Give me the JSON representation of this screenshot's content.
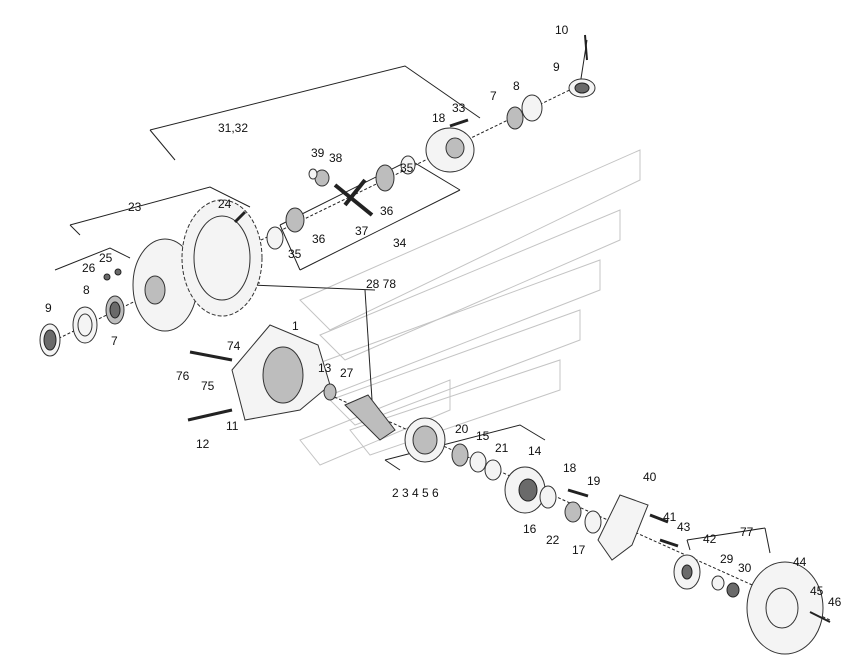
{
  "labels": {
    "p1": "1",
    "p2_6": "2  3  4  5  6",
    "p7a": "7",
    "p7b": "7",
    "p8a": "8",
    "p8b": "8",
    "p9a": "9",
    "p9b": "9",
    "p10": "10",
    "p11": "11",
    "p12": "12",
    "p13": "13",
    "p14": "14",
    "p15": "15",
    "p16": "16",
    "p17": "17",
    "p18a": "18",
    "p18b": "18",
    "p19": "19",
    "p20": "20",
    "p21": "21",
    "p22": "22",
    "p23": "23",
    "p24": "24",
    "p25": "25",
    "p26": "26",
    "p27": "27",
    "p28_78": "28  78",
    "p29": "29",
    "p30": "30",
    "p31_32": "31,32",
    "p33": "33",
    "p34": "34",
    "p35a": "35",
    "p35b": "35",
    "p36a": "36",
    "p36b": "36",
    "p37": "37",
    "p38": "38",
    "p39": "39",
    "p40": "40",
    "p41": "41",
    "p42": "42",
    "p43": "43",
    "p44": "44",
    "p45": "45",
    "p46": "46",
    "p74": "74",
    "p75": "75",
    "p76": "76",
    "p77": "77"
  }
}
